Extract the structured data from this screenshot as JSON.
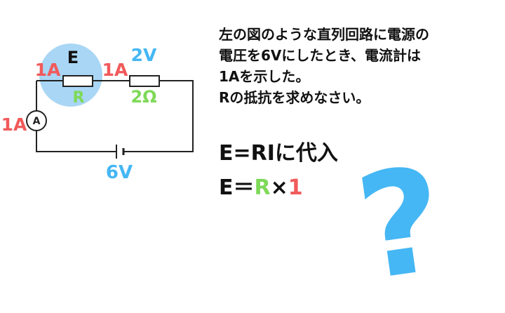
{
  "circuit": {
    "e_label": "E",
    "r_label": "R",
    "current_left": "1A",
    "current_mid": "1A",
    "voltage_top": "2V",
    "resistance_known": "2Ω",
    "ammeter_symbol": "A",
    "ammeter_current": "1A",
    "battery_voltage": "6V"
  },
  "question": {
    "lines": [
      "左の図のような直列回路に電源の",
      "電圧を6Vにしたとき、電流計は",
      "1Aを示した。",
      "Rの抵抗を求めなさい。"
    ]
  },
  "formula": {
    "line1": "E=RIに代入",
    "line2_prefix": "E＝",
    "line2_r": "R",
    "line2_times": "×",
    "line2_one": "1"
  },
  "decoration": {
    "question_mark": "?"
  },
  "colors": {
    "red": "#f15a5a",
    "blue": "#45b7f4",
    "green": "#7ed957",
    "highlight": "#a9d6f5",
    "text": "#111111"
  }
}
